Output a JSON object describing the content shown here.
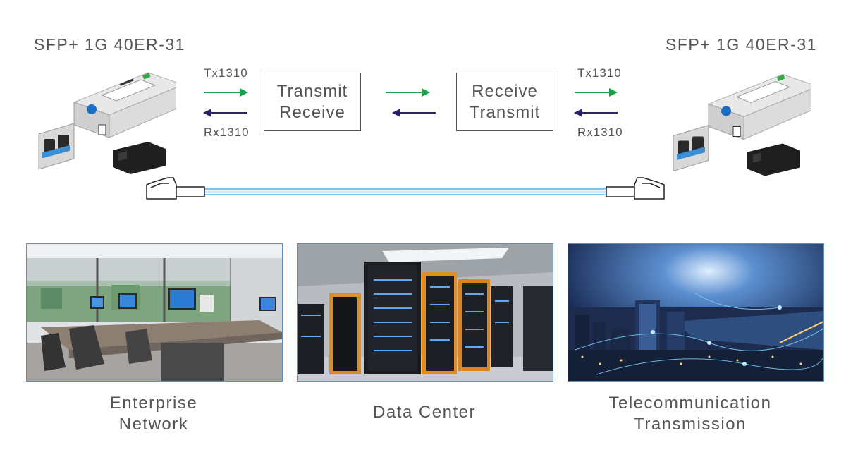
{
  "left_module": {
    "title": "SFP+ 1G 40ER-31",
    "tx": "Tx1310",
    "rx": "Rx1310"
  },
  "right_module": {
    "title": "SFP+ 1G 40ER-31",
    "tx": "Tx1310",
    "rx": "Rx1310"
  },
  "left_box": {
    "line1": "Transmit",
    "line2": "Receive"
  },
  "right_box": {
    "line1": "Receive",
    "line2": "Transmit"
  },
  "colors": {
    "tx_arrow": "#1e9b4b",
    "rx_arrow": "#2a1f6e",
    "fiber": "#4fb3e8"
  },
  "applications": [
    {
      "icon": "office-photo",
      "line1": "Enterprise",
      "line2": "Network"
    },
    {
      "icon": "server-room-photo",
      "line1": "Data Center",
      "line2": ""
    },
    {
      "icon": "city-network-photo",
      "line1": "Telecommunication",
      "line2": "Transmission"
    }
  ]
}
